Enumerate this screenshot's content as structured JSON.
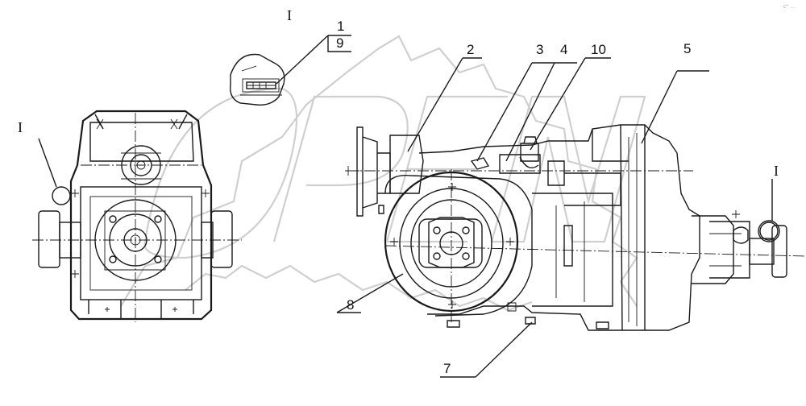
{
  "section_marks": {
    "top": "I",
    "left": "I",
    "right": "I"
  },
  "callouts": {
    "c1": "1",
    "c9": "9",
    "c2": "2",
    "c3": "3",
    "c4": "4",
    "c10": "10",
    "c5": "5",
    "c8": "8",
    "c7": "7"
  },
  "corner_mark": "c° …",
  "colors": {
    "ink": "#1a1a1a",
    "watermark": "#cfcfcf"
  }
}
